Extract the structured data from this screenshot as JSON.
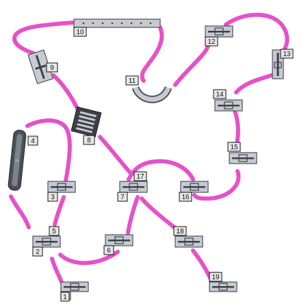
{
  "colors": {
    "background": "#ffffff",
    "connector": "#e651c8",
    "part_fill": "#c7cbd1",
    "part_dark": "#3c4147",
    "part_edge": "#4b5057",
    "label_fill": "#e7e7e7",
    "label_text": "#111111"
  },
  "components": [
    {
      "id": "c1",
      "label": "1"
    },
    {
      "id": "c2",
      "label": "2"
    },
    {
      "id": "c3",
      "label": "3"
    },
    {
      "id": "c4",
      "label": "4"
    },
    {
      "id": "c5",
      "label": "5"
    },
    {
      "id": "c6",
      "label": "6"
    },
    {
      "id": "c7",
      "label": "7"
    },
    {
      "id": "c8",
      "label": "8"
    },
    {
      "id": "c9",
      "label": "9"
    },
    {
      "id": "c10",
      "label": "10"
    },
    {
      "id": "c11",
      "label": "11"
    },
    {
      "id": "c12",
      "label": "12"
    },
    {
      "id": "c13",
      "label": "13"
    },
    {
      "id": "c14",
      "label": "14"
    },
    {
      "id": "c15",
      "label": "15"
    },
    {
      "id": "c16",
      "label": "16"
    },
    {
      "id": "c17",
      "label": "17"
    },
    {
      "id": "c18",
      "label": "18"
    },
    {
      "id": "c19",
      "label": "19"
    }
  ]
}
